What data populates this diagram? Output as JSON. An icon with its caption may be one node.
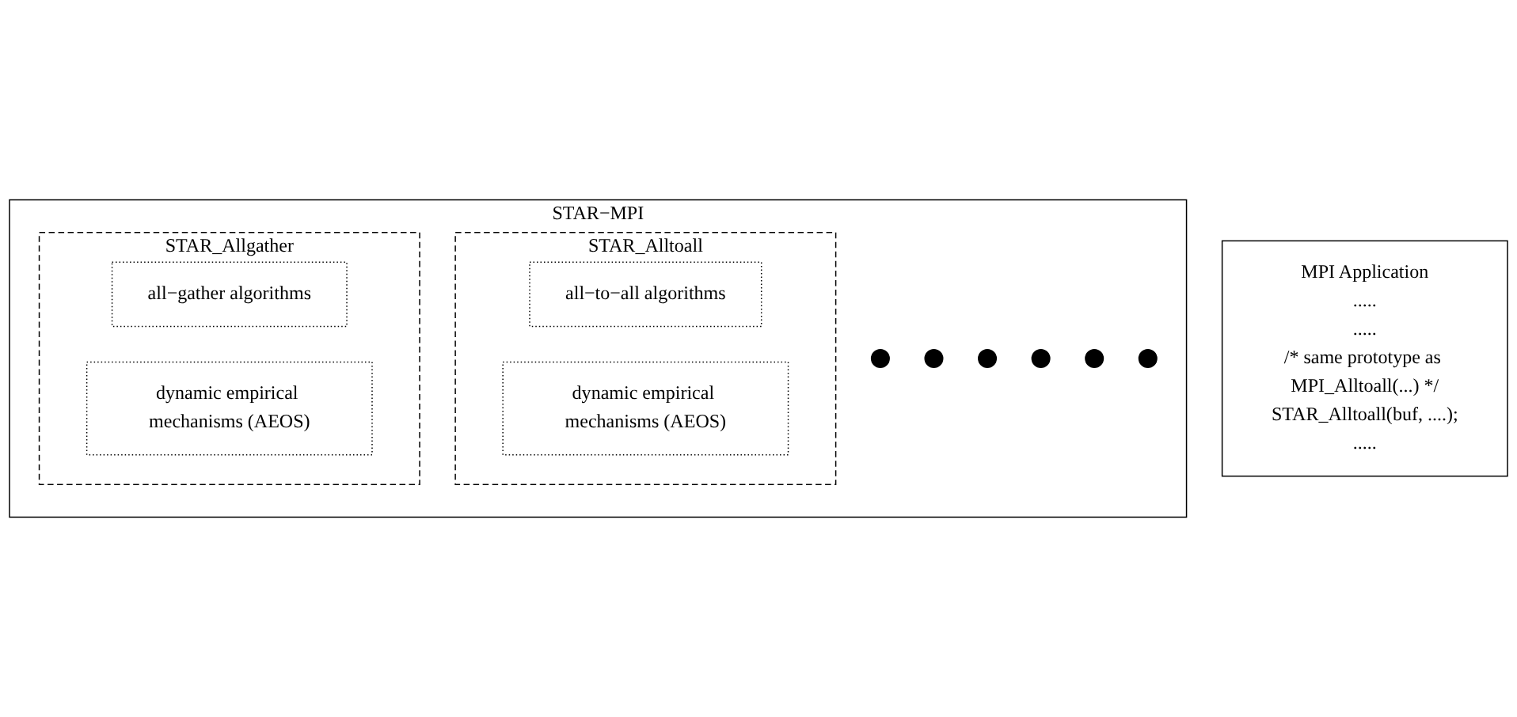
{
  "diagram": {
    "nodes": [
      {
        "text": [
          "MPI Application",
          ".....",
          ".....",
          "/* same prototype as MPI_Alltoall(...) */",
          "STAR_Alltoall(buf, ....);",
          "....."
        ]
      },
      {
        "text": [
          "STAR−MPI"
        ]
      },
      {
        "text": [
          "STAR_Alltoall"
        ],
        "in": 1
      },
      {
        "text": [
          "all−to−all algorithms"
        ],
        "in": 2
      },
      {
        "text": [
          "dynamic empirical mechanisms (AEOS)"
        ],
        "in": 2
      },
      {
        "text": [
          "STAR_Allgather"
        ],
        "in": 1
      },
      {
        "text": [
          "all−gather algorithms"
        ],
        "in": 5
      },
      {
        "text": [
          "dynamic empirical mechanisms (AEOS)"
        ],
        "in": 5
      },
      {
        "text": [],
        "shape": "circle",
        "in": 1
      },
      {
        "text": [],
        "shape": "circle",
        "in": 1
      },
      {
        "text": [],
        "shape": "circle",
        "in": 1
      },
      {
        "text": [],
        "shape": "circle",
        "in": 1
      },
      {
        "text": [],
        "shape": "circle",
        "in": 1
      },
      {
        "text": [],
        "shape": "circle",
        "in": 1
      }
    ]
  }
}
